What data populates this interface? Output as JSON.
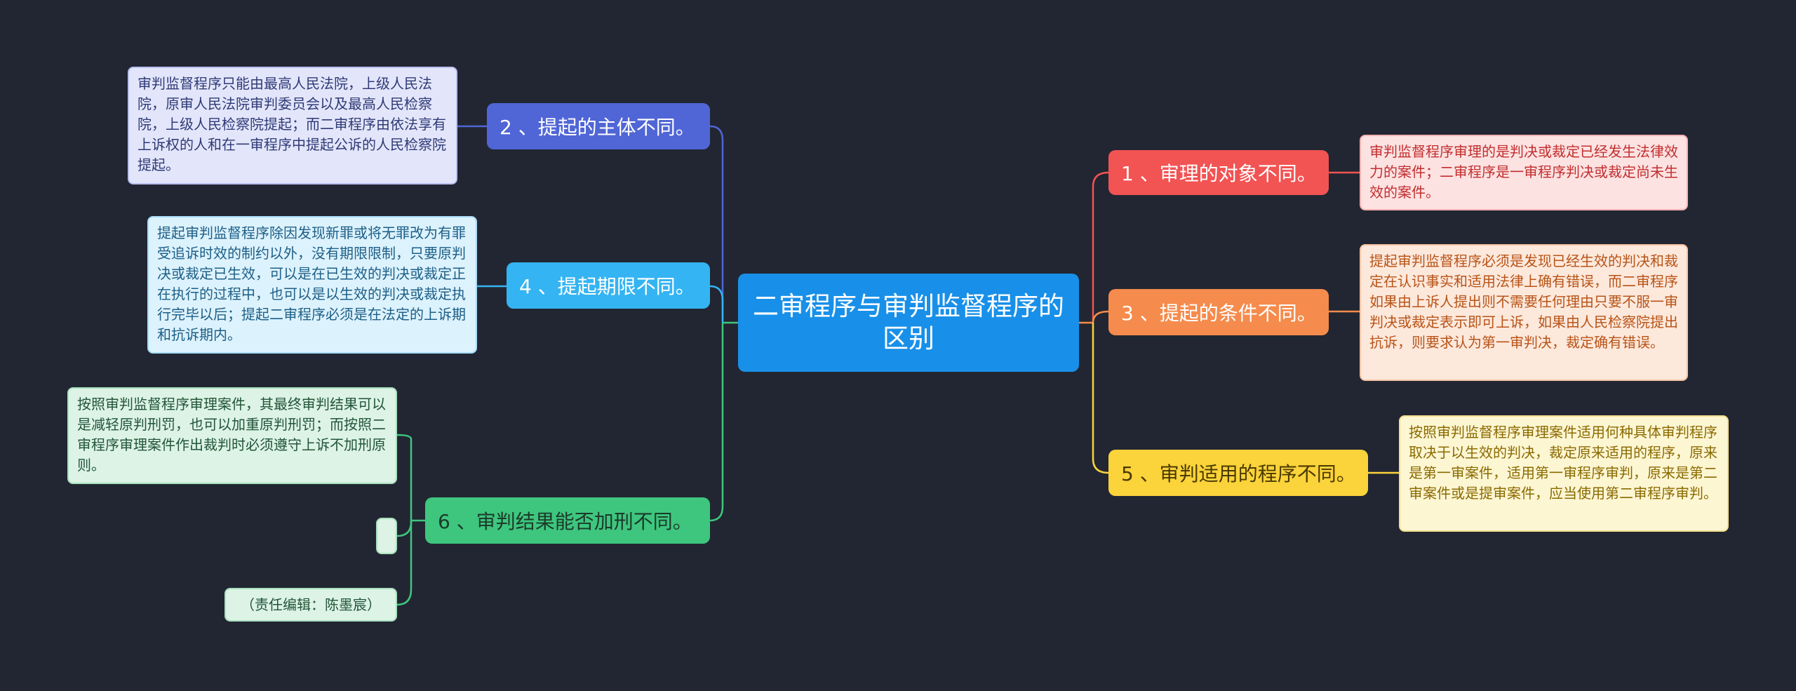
{
  "root": {
    "title": "二审程序与审判监督程序的区别"
  },
  "branches": {
    "b1": {
      "title": "1 、审理的对象不同。",
      "note": "审判监督程序审理的是判决或裁定已经发生法律效力的案件；二审程序是一审程序判决或裁定尚未生效的案件。"
    },
    "b2": {
      "title": "2 、提起的主体不同。",
      "note": "审判监督程序只能由最高人民法院，上级人民法院，原审人民法院审判委员会以及最高人民检察院，上级人民检察院提起；而二审程序由依法享有上诉权的人和在一审程序中提起公诉的人民检察院提起。"
    },
    "b3": {
      "title": "3 、提起的条件不同。",
      "note": "提起审判监督程序必须是发现已经生效的判决和裁定在认识事实和适用法律上确有错误，而二审程序如果由上诉人提出则不需要任何理由只要不服一审判决或裁定表示即可上诉，如果由人民检察院提出抗诉，则要求认为第一审判决，裁定确有错误。"
    },
    "b4": {
      "title": "4 、提起期限不同。",
      "note": "提起审判监督程序除因发现新罪或将无罪改为有罪受追诉时效的制约以外，没有期限限制，只要原判决或裁定已生效，可以是在已生效的判决或裁定正在执行的过程中，也可以是以生效的判决或裁定执行完毕以后；提起二审程序必须是在法定的上诉期和抗诉期内。"
    },
    "b5": {
      "title": "5 、审判适用的程序不同。",
      "note": "按照审判监督程序审理案件适用何种具体审判程序取决于以生效的判决，裁定原来适用的程序，原来是第一审案件，适用第一审程序审判，原来是第二审案件或是提审案件，应当使用第二审程序审判。"
    },
    "b6": {
      "title": "6 、审判结果能否加刑不同。",
      "note": "按照审判监督程序审理案件，其最终审判结果可以是减轻原判刑罚，也可以加重原判刑罚；而按照二审程序审理案件作出裁判时必须遵守上诉不加刑原则。",
      "empty": "",
      "editor": "（责任编辑：陈墨宸）"
    }
  },
  "colors": {
    "b1": "#f25353",
    "b2": "#5066d6",
    "b3": "#f58b4c",
    "b4": "#34b4f2",
    "b5": "#fbd33a",
    "b6": "#3ec67e"
  }
}
